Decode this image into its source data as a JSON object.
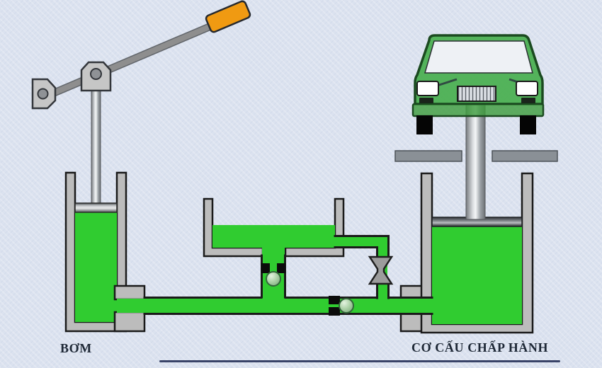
{
  "labels": {
    "pump": "BƠM",
    "actuator": "CƠ CẤU CHẤP HÀNH"
  },
  "components": [
    "lever-handle",
    "lever-arm",
    "lever-link-bracket",
    "lever-pivot-bracket",
    "pump-piston-rod",
    "pump-cylinder",
    "pump-piston",
    "pump-fluid",
    "reservoir-tank",
    "reservoir-fluid",
    "reservoir-check-valve",
    "pipe-check-valve",
    "shutoff-valve",
    "main-pipe",
    "return-pipe",
    "actuator-cylinder",
    "actuator-fluid",
    "actuator-piston",
    "actuator-piston-rod",
    "ground-platform",
    "lifted-car"
  ],
  "colors": {
    "background": "#dbe2ef",
    "fluid": "#30cc30",
    "metal": "#bcbcbc",
    "outline": "#1a1a1a",
    "handle": "#f09a12",
    "lever": "#8e8e8e",
    "platform": "#8a9096",
    "car_body": "#4cb052",
    "car_bumper": "#3f9e3f",
    "valve": "#9c9c9c",
    "label_text": "#1d2735",
    "baseline": "#1c2750"
  }
}
